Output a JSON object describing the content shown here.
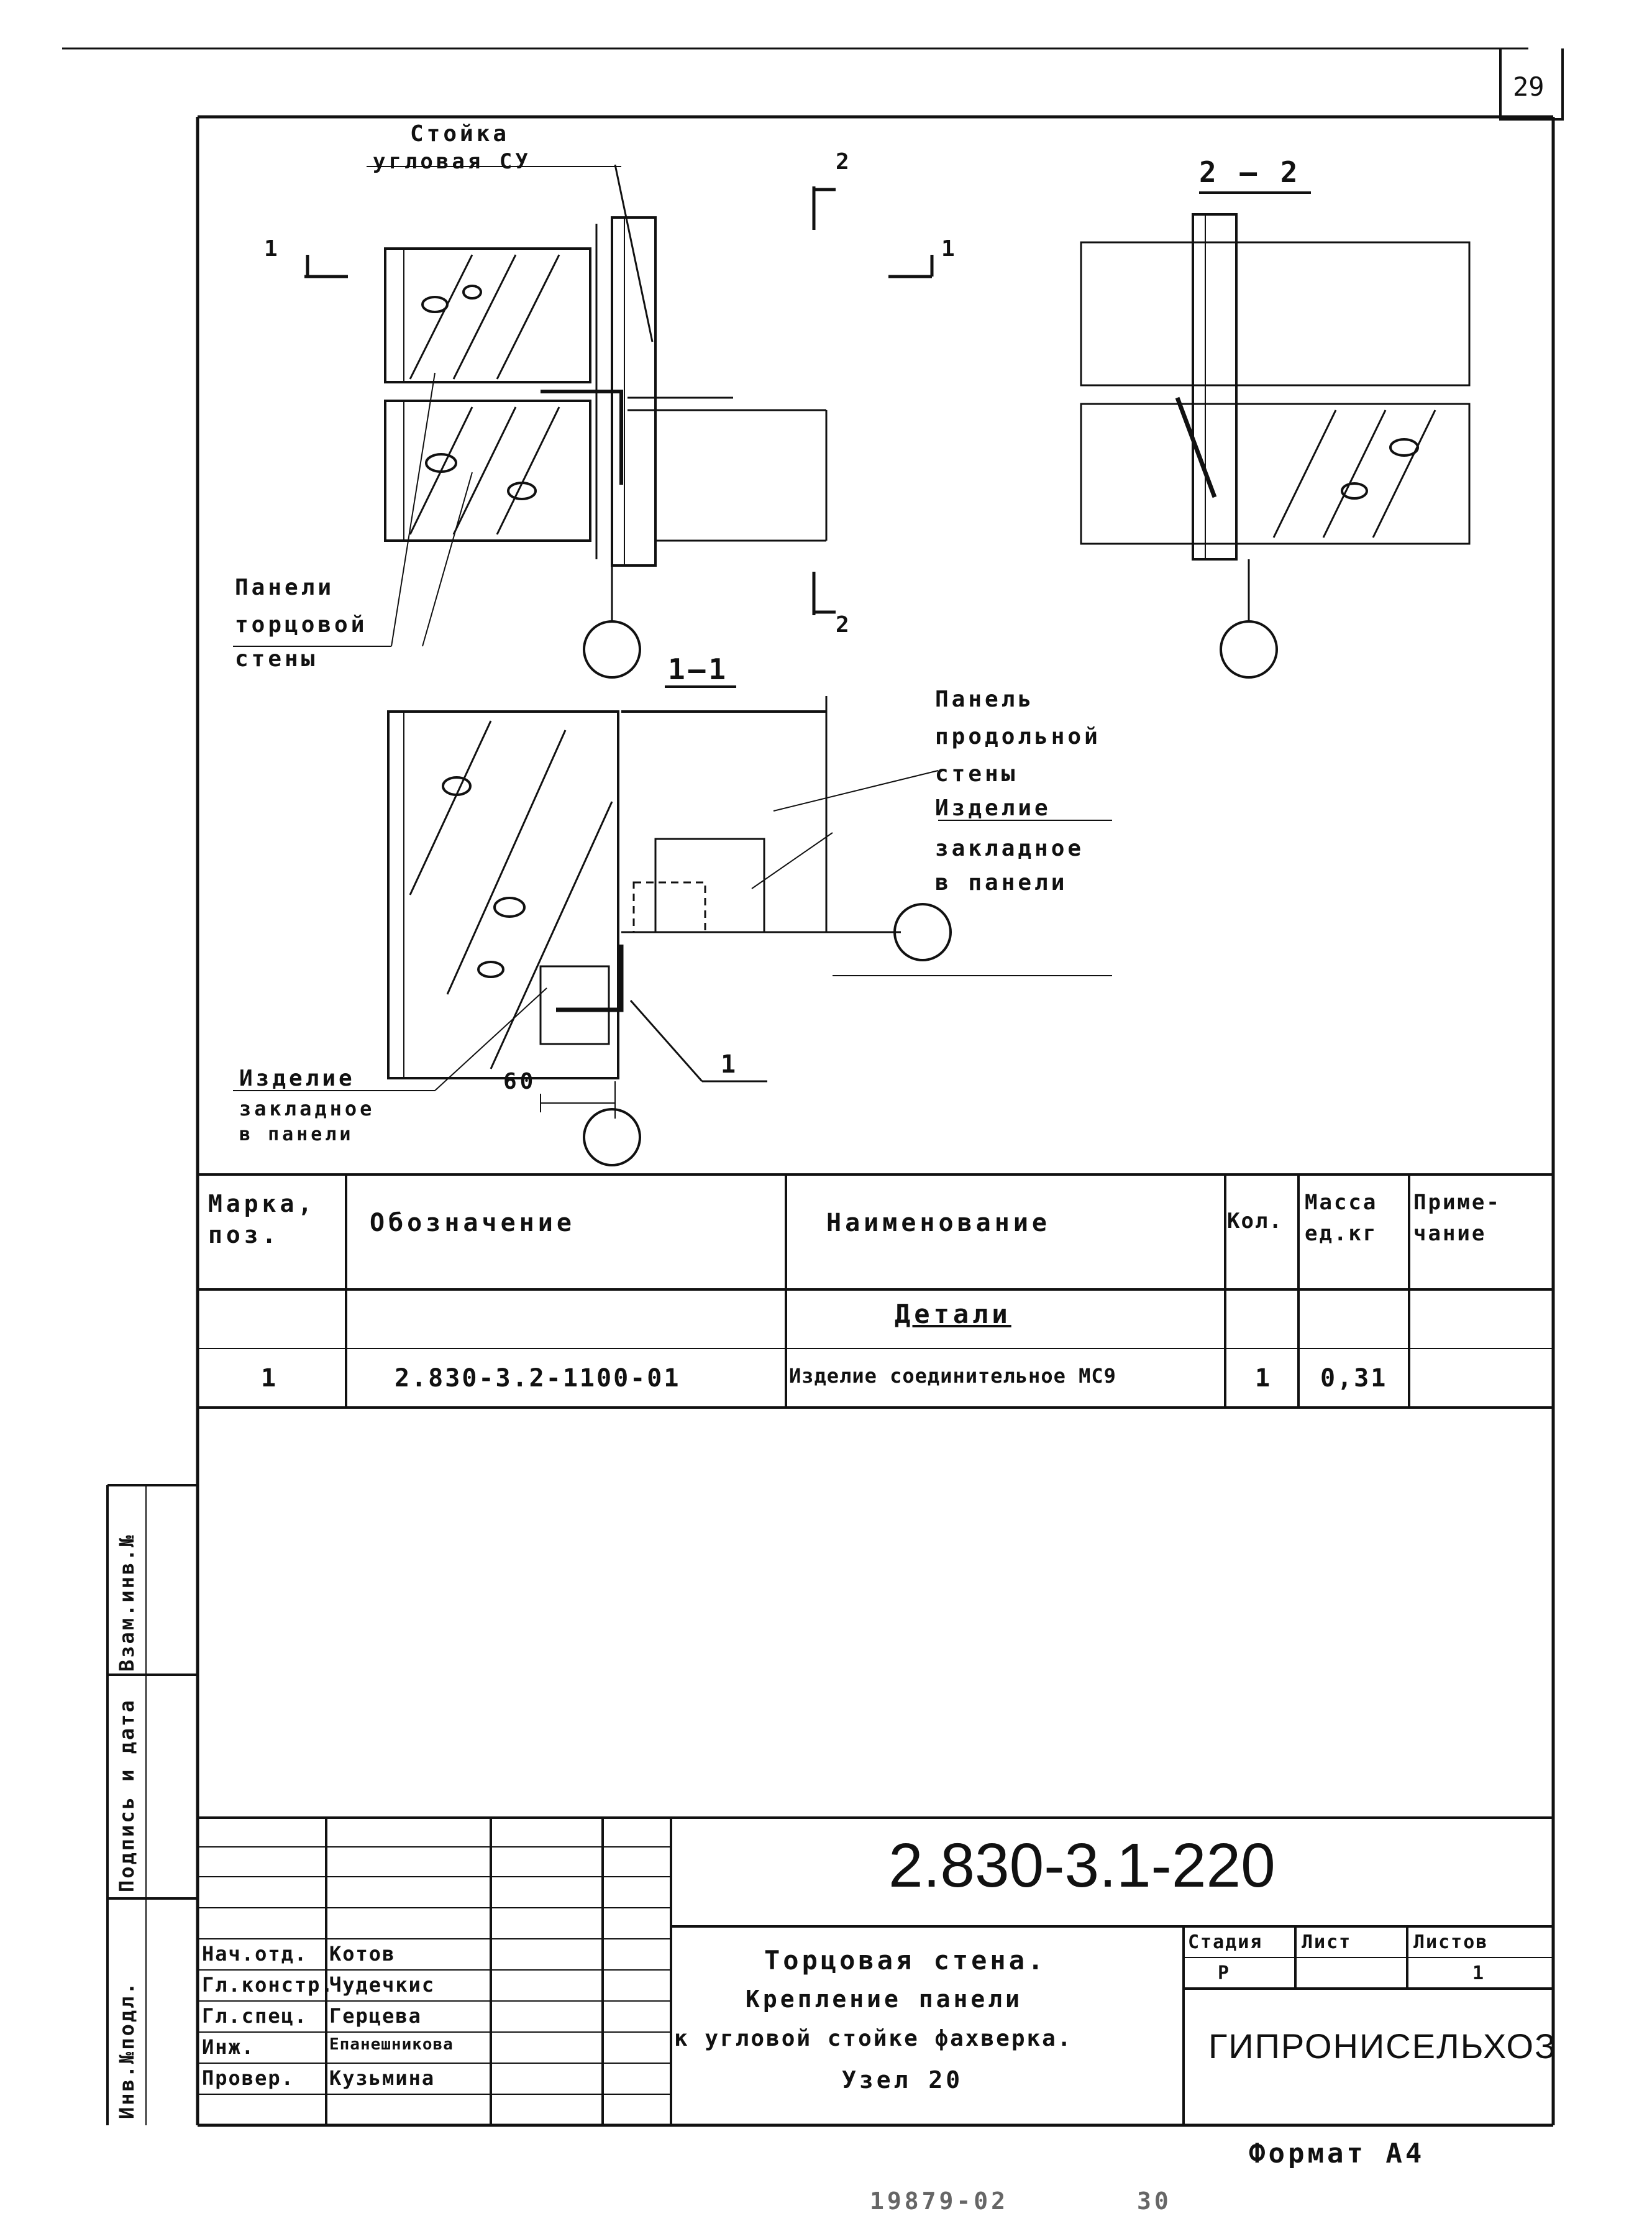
{
  "sheet_number": "29",
  "drawing": {
    "top_left_labels": {
      "rack_line1": "Стойка",
      "rack_line2": "угловая СУ"
    },
    "section_marks": {
      "mark_1": "1",
      "mark_2": "2",
      "mark_1b": "1",
      "mark_2b": "2"
    },
    "section_2_2_title": "2 – 2",
    "section_1_1_title": "1–1",
    "panels_label": [
      "Панели",
      "торцовой",
      "стены"
    ],
    "longitudinal_panel_label": [
      "Панель",
      "продольной",
      "стены"
    ],
    "embedded_right_label": [
      "Изделие",
      "закладное",
      "в панели"
    ],
    "embedded_left_label": [
      "Изделие",
      "закладное",
      "в панели"
    ],
    "dimension_60": "60",
    "position_1": "1"
  },
  "spec_table": {
    "headers": {
      "mark": [
        "Марка,",
        "поз."
      ],
      "designation": "Обозначение",
      "name": "Наименование",
      "qty": "Кол.",
      "mass": [
        "Масса",
        "ед.кг"
      ],
      "note": [
        "Приме-",
        "чание"
      ]
    },
    "section_title": "Детали",
    "rows": [
      {
        "mark": "1",
        "designation": "2.830-3.2-1100-01",
        "name": "Изделие соединительное МС9",
        "qty": "1",
        "mass": "0,31",
        "note": ""
      }
    ]
  },
  "side_stamps": {
    "inv_vzam": "Взам.инв.№",
    "sign_date": "Подпись и дата",
    "inv_podl": "Инв.№подл."
  },
  "title_block": {
    "document_code": "2.830-3.1-220",
    "title_lines": [
      "Торцовая стена.",
      "Крепление панели",
      "к угловой стойке фахверка.",
      "Узел 20"
    ],
    "stage_header": "Стадия",
    "sheet_header": "Лист",
    "sheets_header": "Листов",
    "stage_value": "Р",
    "sheet_value": "",
    "sheets_value": "1",
    "organization": "ГИПРОНИСЕЛЬХОЗ",
    "signatures": [
      {
        "role": "Нач.отд.",
        "name": "Котов"
      },
      {
        "role": "Гл.констр.",
        "name": "Чудечкис"
      },
      {
        "role": "Гл.спец.",
        "name": "Герцева"
      },
      {
        "role": "Инж.",
        "name": "Епанешникова"
      },
      {
        "role": "Провер.",
        "name": "Кузьмина"
      }
    ]
  },
  "footer": {
    "format": "Формат А4",
    "bottom_code": "19879-02",
    "bottom_num": "30"
  }
}
